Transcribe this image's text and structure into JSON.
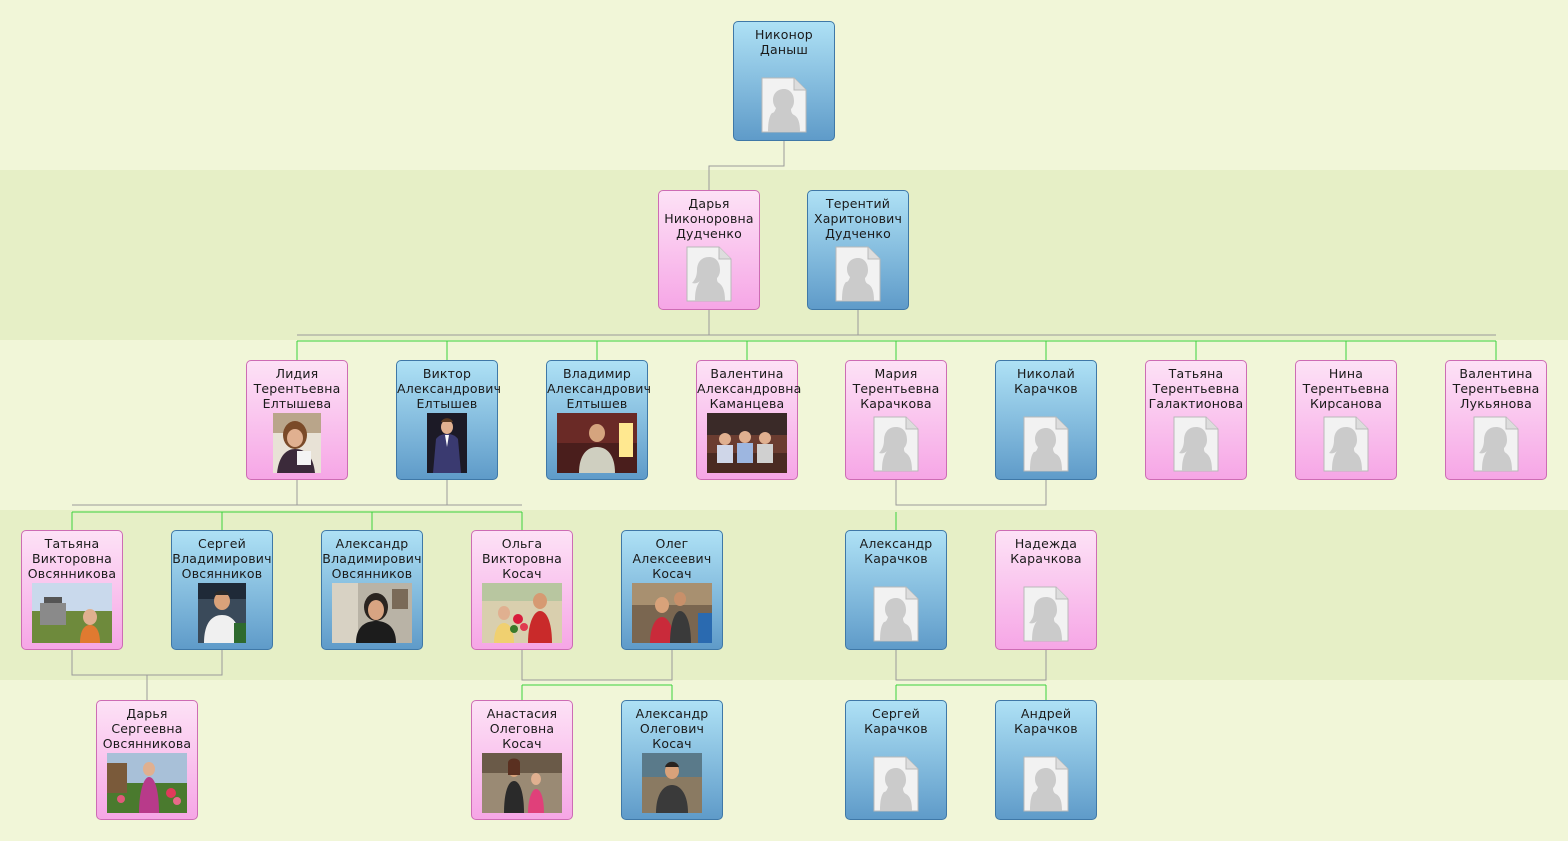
{
  "people": [
    {
      "id": "nikonor",
      "name": "Никонор\nДаныш",
      "gender": "m",
      "photo": "silhouette-male-icon"
    },
    {
      "id": "darya1",
      "name": "Дарья\nНиконоровна\nДудченко",
      "gender": "f",
      "photo": "silhouette-female-icon"
    },
    {
      "id": "terentiy",
      "name": "Терентий\nХаритонович\nДудченко",
      "gender": "m",
      "photo": "silhouette-male-icon"
    },
    {
      "id": "lidiya",
      "name": "Лидия\nТерентьевна\nЕлтышева",
      "gender": "f",
      "photo": "photo-woman-portrait"
    },
    {
      "id": "viktor",
      "name": "Виктор\nАлександрович\nЕлтышев",
      "gender": "m",
      "photo": "photo-man-suit"
    },
    {
      "id": "vladimir",
      "name": "Владимир\nАлександрович\nЕлтышев",
      "gender": "m",
      "photo": "photo-man-room"
    },
    {
      "id": "valentina1",
      "name": "Валентина\nАлександровна\nКаманцева",
      "gender": "f",
      "photo": "photo-group-sofa"
    },
    {
      "id": "mariya",
      "name": "Мария\nТерентьевна\nКарачкова",
      "gender": "f",
      "photo": "silhouette-female-icon"
    },
    {
      "id": "nikolay",
      "name": "Николай\nКарачков",
      "gender": "m",
      "photo": "silhouette-male-icon"
    },
    {
      "id": "tatyana1",
      "name": "Татьяна\nТерентьевна\nГалактионова",
      "gender": "f",
      "photo": "silhouette-female-icon"
    },
    {
      "id": "nina",
      "name": "Нина\nТерентьевна\nКирсанова",
      "gender": "f",
      "photo": "silhouette-female-icon"
    },
    {
      "id": "valentina2",
      "name": "Валентина\nТерентьевна\nЛукьянова",
      "gender": "f",
      "photo": "silhouette-female-icon"
    },
    {
      "id": "tatyana2",
      "name": "Татьяна\nВикторовна\nОвсянникова",
      "gender": "f",
      "photo": "photo-outdoor-well"
    },
    {
      "id": "sergey1",
      "name": "Сергей\nВладимирович\nОвсянников",
      "gender": "m",
      "photo": "photo-man-white-shirt"
    },
    {
      "id": "aleksandr1",
      "name": "Александр\nВладимирович\nОвсянников",
      "gender": "m",
      "photo": "photo-man-indoor"
    },
    {
      "id": "olga",
      "name": "Ольга\nВикторовна\nКосач",
      "gender": "f",
      "photo": "photo-woman-child-flowers"
    },
    {
      "id": "oleg",
      "name": "Олег\nАлексеевич\nКосач",
      "gender": "m",
      "photo": "photo-couple"
    },
    {
      "id": "aleksandr2",
      "name": "Александр\nКарачков",
      "gender": "m",
      "photo": "silhouette-male-icon"
    },
    {
      "id": "nadezhda",
      "name": "Надежда\nКарачкова",
      "gender": "f",
      "photo": "silhouette-female-icon"
    },
    {
      "id": "darya2",
      "name": "Дарья\nСергеевна\nОвсянникова",
      "gender": "f",
      "photo": "photo-girl-garden"
    },
    {
      "id": "anastasiya",
      "name": "Анастасия\nОлеговна\nКосач",
      "gender": "f",
      "photo": "photo-two-girls"
    },
    {
      "id": "aleksandr3",
      "name": "Александр\nОлегович\nКосач",
      "gender": "m",
      "photo": "photo-boy"
    },
    {
      "id": "sergey2",
      "name": "Сергей\nКарачков",
      "gender": "m",
      "photo": "silhouette-male-icon"
    },
    {
      "id": "andrey",
      "name": "Андрей\nКарачков",
      "gender": "m",
      "photo": "silhouette-male-icon"
    }
  ],
  "colors": {
    "female_card": "#f6a6e6",
    "male_card": "#5f9bc9",
    "connector_gray": "#999999",
    "connector_green": "#44dd44",
    "band_light": "#f1f6d8",
    "band_dark": "#e6efc6"
  }
}
